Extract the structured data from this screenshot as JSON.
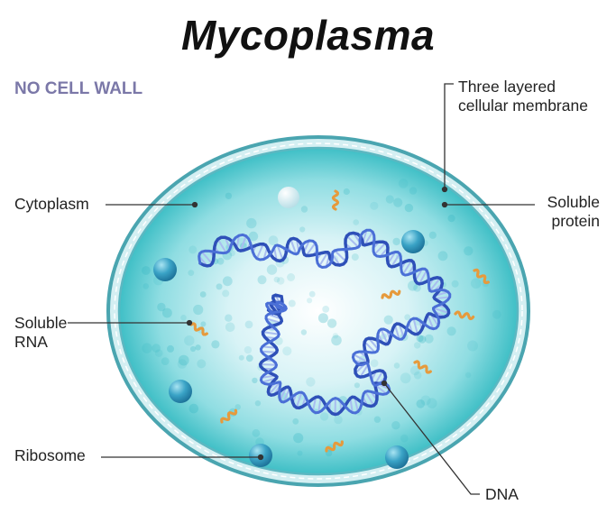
{
  "title": "Mycoplasma",
  "subtitle": "NO CELL WALL",
  "labels": {
    "membrane_line1": "Three layered",
    "membrane_line2": "cellular membrane",
    "cytoplasm": "Cytoplasm",
    "protein_line1": "Soluble",
    "protein_line2": "protein",
    "rna_line1": "Soluble",
    "rna_line2": "RNA",
    "ribosome": "Ribosome",
    "dna": "DNA"
  },
  "colors": {
    "membrane": "#3c9aa8",
    "cytoplasm_center": "#e6f8fb",
    "cytoplasm_edge": "#3fc0c7",
    "dna": "#2e50b8",
    "dna_rungs": "#a9bdf0",
    "ribosome": "#2a8fb4",
    "rna": "#e69a3c",
    "leader": "#333333"
  }
}
